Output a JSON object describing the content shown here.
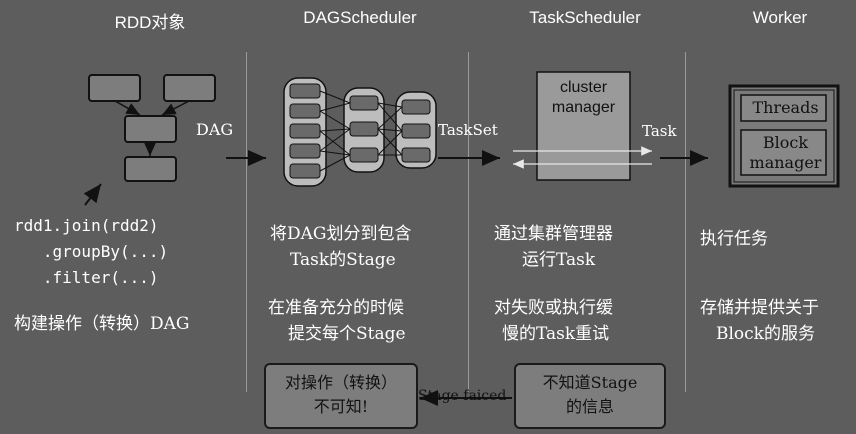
{
  "headers": [
    "RDD对象",
    "DAGScheduler",
    "TaskScheduler",
    "Worker"
  ],
  "rdd": {
    "code": [
      "rdd1.join(rdd2)",
      "   .groupBy(...)",
      "   .filter(...)"
    ],
    "caption": "构建操作（转换）DAG",
    "dag_label": "DAG"
  },
  "dag": {
    "desc1": [
      "将DAG划分到包含",
      "Task的Stage"
    ],
    "desc2": [
      "在准备充分的时候",
      "提交每个Stage"
    ],
    "taskset_label": "TaskSet",
    "unknown_box": [
      "对操作（转换）",
      "不可知!"
    ]
  },
  "task": {
    "cluster_manager": [
      "cluster",
      "manager"
    ],
    "task_label": "Task",
    "desc1": [
      "通过集群管理器",
      "运行Task"
    ],
    "desc2": [
      "对失败或执行缓",
      "慢的Task重试"
    ],
    "unknown_box": [
      "不知道Stage",
      "的信息"
    ],
    "stage_failed_label": "Stage faiced"
  },
  "worker": {
    "threads": "Threads",
    "block_manager": [
      "Block",
      "manager"
    ],
    "desc1": "执行任务",
    "desc2": [
      "存储并提供关于",
      "Block的服务"
    ]
  }
}
